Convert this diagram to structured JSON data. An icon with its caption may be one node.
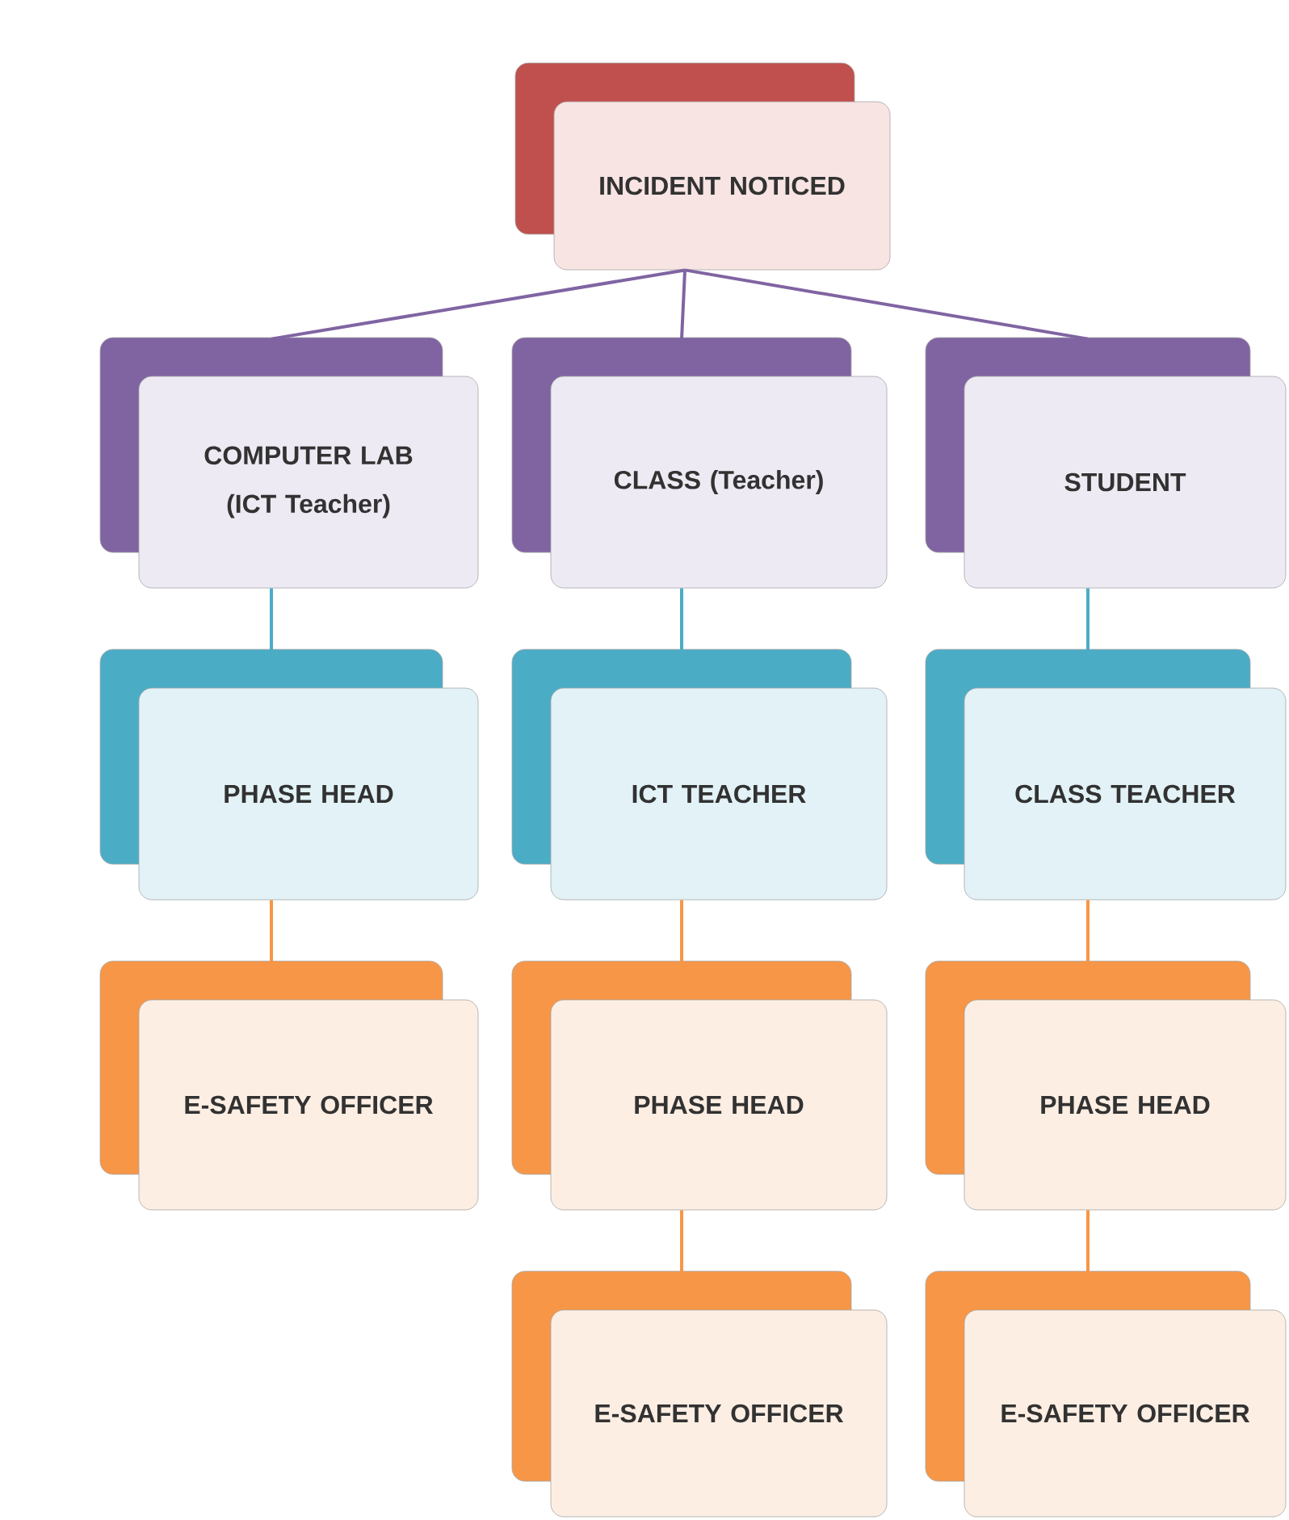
{
  "diagram": {
    "nodes": [
      {
        "text": [
          "INCIDENT NOTICED"
        ]
      },
      {
        "text": [
          "COMPUTER LAB (ICT Teacher)"
        ]
      },
      {
        "text": [
          "CLASS (Teacher)"
        ]
      },
      {
        "text": [
          "STUDENT"
        ]
      },
      {
        "text": [
          "PHASE HEAD"
        ]
      },
      {
        "text": [
          "ICT TEACHER"
        ]
      },
      {
        "text": [
          "CLASS TEACHER"
        ]
      },
      {
        "text": [
          "E-SAFETY OFFICER"
        ]
      },
      {
        "text": [
          "PHASE HEAD"
        ]
      },
      {
        "text": [
          "PHASE HEAD"
        ]
      },
      {
        "text": [
          "E-SAFETY OFFICER"
        ]
      },
      {
        "text": [
          "E-SAFETY OFFICER"
        ]
      }
    ],
    "edges": [
      {
        "from": 0,
        "to": 1,
        "arrow": "none",
        "color": "#8064a2"
      },
      {
        "from": 0,
        "to": 2,
        "arrow": "none",
        "color": "#8064a2"
      },
      {
        "from": 0,
        "to": 3,
        "arrow": "none",
        "color": "#8064a2"
      },
      {
        "from": 1,
        "to": 4,
        "arrow": "none",
        "color": "#4bacc6"
      },
      {
        "from": 2,
        "to": 5,
        "arrow": "none",
        "color": "#4bacc6"
      },
      {
        "from": 3,
        "to": 6,
        "arrow": "none",
        "color": "#4bacc6"
      },
      {
        "from": 4,
        "to": 7,
        "arrow": "none"
      },
      {
        "from": 5,
        "to": 8,
        "arrow": "none"
      },
      {
        "from": 6,
        "to": 9,
        "arrow": "none"
      },
      {
        "from": 8,
        "to": 10,
        "arrow": "none"
      },
      {
        "from": 9,
        "to": 11,
        "arrow": "none"
      }
    ]
  }
}
